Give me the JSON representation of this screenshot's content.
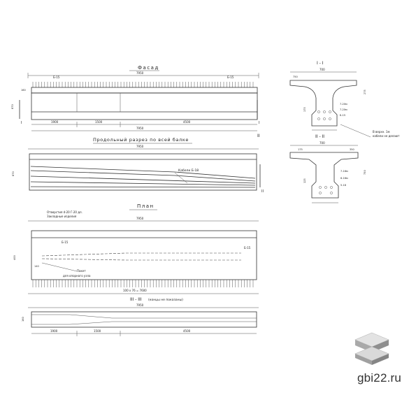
{
  "titles": {
    "facade": "Фасад",
    "long_section": "Продольный разрез по всей балке",
    "plan": "План",
    "section_1_1": "I - I",
    "section_2_2": "II - II",
    "section_3_3": "III - III",
    "section_3_3_note": "(концы не показаны)"
  },
  "facade_dims": {
    "total": "7950",
    "seg1": "1900",
    "seg2": "1500",
    "seg3": "4500",
    "height": "870",
    "left_h1": "160",
    "left_h2": "870",
    "top_mark_left": "Б-15",
    "top_mark_right": "Б-15"
  },
  "section_marks": {
    "I": "I",
    "II": "II",
    "III": "III"
  },
  "long_section_dims": {
    "total": "7950",
    "height": "870",
    "cable_label": "Кабели  Б-18"
  },
  "plan_labels": {
    "total": "7950",
    "anchor_note_1": "Отверстия  d-20  Г-20 дл.",
    "anchor_note_2": "Закладные изделия",
    "mark_b15_left": "Б-15",
    "mark_b15_right": "Б-15",
    "support_note_1": "Пакет",
    "support_note_2": "для опорного узла",
    "pitch": "100 x 76 = 7600",
    "width": "400",
    "w2": "140"
  },
  "section_3_3_dims": {
    "total": "7950",
    "seg1": "1900",
    "seg2": "1500",
    "seg3": "4500",
    "h": "160"
  },
  "cross_section_1": {
    "top_width": "700",
    "side_dims": [
      "750",
      "275",
      "175"
    ],
    "labels": [
      "7-20м",
      "7-20м",
      "Б-15"
    ]
  },
  "cross_section_2": {
    "top_width": "700",
    "note_1": "В верхн. 1м",
    "note_2": "кабели не делают",
    "side_dims": [
      "175",
      "350",
      "750",
      "125"
    ],
    "labels": [
      "7-16м",
      "6-16м",
      "5-18"
    ]
  },
  "watermark": {
    "brand": "gbi22.ru",
    "logo_icon": "stacked-slabs-icon"
  }
}
